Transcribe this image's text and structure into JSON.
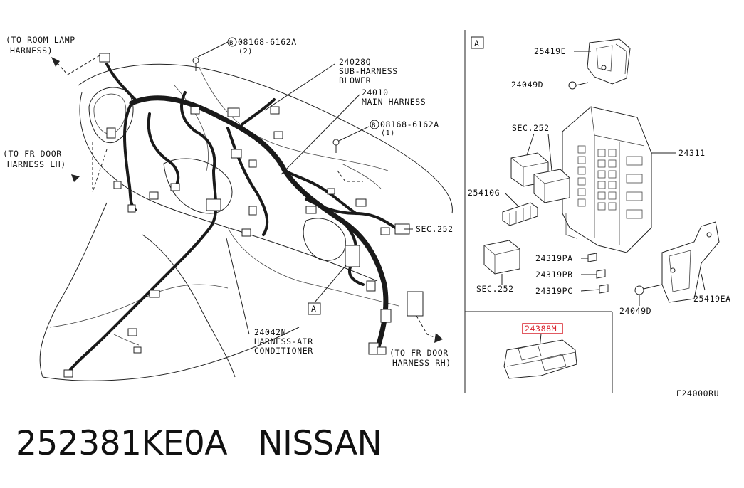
{
  "labels": {
    "to_room_lamp": "(TO ROOM LAMP",
    "to_room_lamp_2": "HARNESS)",
    "bolt_top_code": "08168-6162A",
    "bolt_top_qty": "(2)",
    "bolt_mid_code": "08168-6162A",
    "bolt_mid_qty": "(1)",
    "bolt_marker": "B",
    "sub_harness_no": "24028Q",
    "sub_harness_1": "SUB-HARNESS",
    "sub_harness_2": "BLOWER",
    "main_harness_no": "24010",
    "main_harness": "MAIN HARNESS",
    "to_fr_door_lh": "(TO FR DOOR",
    "to_fr_door_lh_2": "HARNESS LH)",
    "sec252_left": "SEC.252",
    "view_a_marker": "A",
    "ac_harness_no": "24042N",
    "ac_harness_1": "HARNESS-AIR",
    "ac_harness_2": "CONDITIONER",
    "to_fr_door_rh": "(TO FR DOOR",
    "to_fr_door_rh_2": "HARNESS RH)",
    "panel_a_marker": "A",
    "p25419E": "25419E",
    "p24049D_top": "24049D",
    "sec252_relay": "SEC.252",
    "p24311": "24311",
    "p25410G": "25410G",
    "p24319PA": "24319PA",
    "p24319PB": "24319PB",
    "p24319PC": "24319PC",
    "sec252_bottom": "SEC.252",
    "p24049D_bottom": "24049D",
    "p25419EA": "25419EA",
    "highlight_part": "24388M",
    "drawing_code": "E24000RU"
  },
  "caption": {
    "part_number": "252381KE0A",
    "brand": "NISSAN"
  },
  "colors": {
    "line": "#222222",
    "highlight": "#d9232d"
  }
}
